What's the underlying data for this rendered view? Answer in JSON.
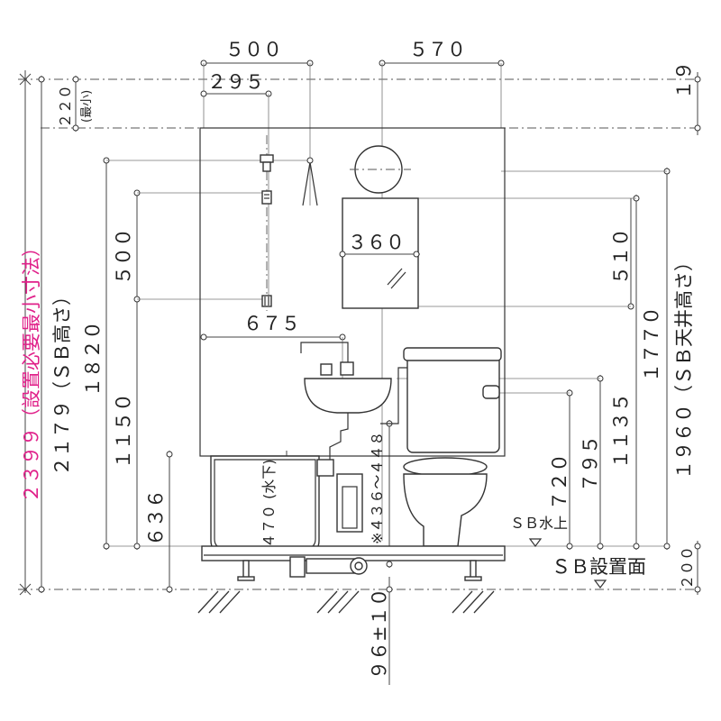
{
  "labels": {
    "w500": "５００",
    "w570": "５７０",
    "w295": "２９５",
    "h19": "１９",
    "h220": "２２０",
    "min_tag": "(最小)",
    "h2399": "２３９９（設置必要最小寸法）",
    "h2179": "２１７９（ＳＢ高さ）",
    "h1820": "１８２０",
    "h1150": "１１５０",
    "h500v": "５００",
    "h636": "６３６",
    "w675": "６７５",
    "w360": "３６０",
    "h510": "５１０",
    "h1770": "１７７０",
    "h1960": "１９６０（ＳＢ天井高さ）",
    "h1135": "１１３５",
    "h795": "７９５",
    "h720": "７２０",
    "h470": "４７０",
    "mizushita": "(水下)",
    "h436_448": "※４３６～４４８",
    "sb_mizuue": "ＳＢ水上",
    "sb_setchimen": "ＳＢ設置面",
    "h200": "２００",
    "h96": "９６±１０"
  },
  "colors": {
    "line": "#333333",
    "accent": "#e0218a"
  }
}
